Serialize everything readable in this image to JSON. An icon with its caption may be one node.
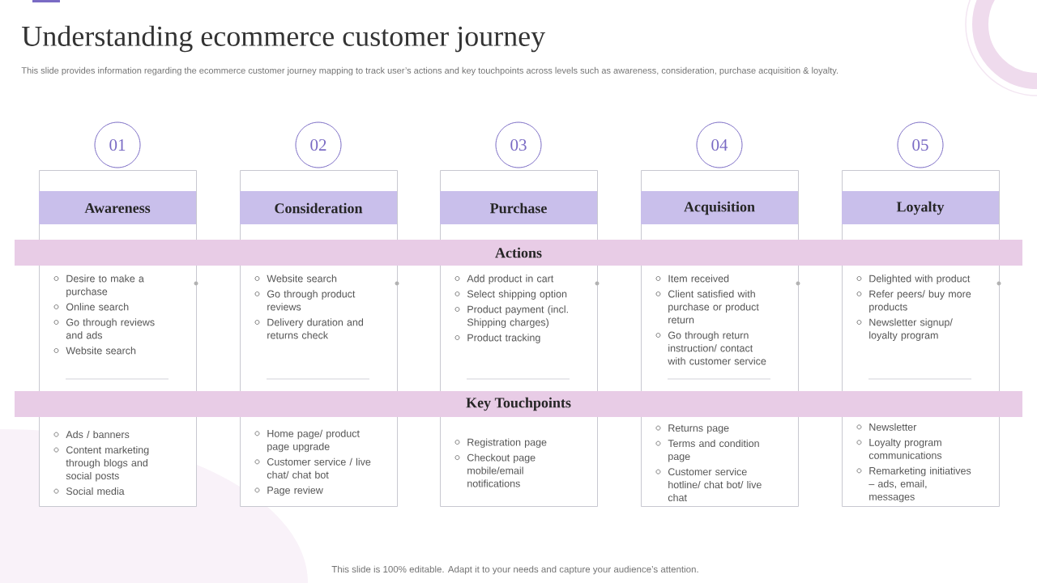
{
  "diagram": {
    "title": "Understanding ecommerce customer journey",
    "nodes": [
      {
        "text": [
          "01"
        ]
      },
      {
        "text": [
          "02"
        ]
      },
      {
        "text": [
          "03"
        ]
      },
      {
        "text": [
          "04"
        ]
      },
      {
        "text": [
          "05"
        ]
      },
      {
        "text": [
          "Actions"
        ]
      },
      {
        "text": [
          "Key Touchpoints"
        ]
      },
      {
        "text": [
          "Awareness"
        ]
      },
      {
        "text": [
          "Desire to make a purchase",
          "Online search",
          "Go through reviews and ads",
          "Website search"
        ],
        "in": 7
      },
      {
        "text": [
          "Ads / banners",
          "Content marketing through blogs and social posts",
          "Social media"
        ],
        "in": 7
      },
      {
        "text": [
          "Consideration"
        ]
      },
      {
        "text": [
          "Website search",
          "Go through product reviews",
          "Delivery duration and returns check"
        ],
        "in": 10
      },
      {
        "text": [
          "Home page/ product page upgrade",
          "Customer service / live chat/ chat bot",
          "Page review"
        ],
        "in": 10
      },
      {
        "text": [
          "Purchase"
        ]
      },
      {
        "text": [
          "Add product in cart",
          "Select shipping option",
          "Product payment (incl. Shipping charges)",
          "Product tracking"
        ],
        "in": 13
      },
      {
        "text": [
          "Registration page",
          "Checkout page mobile/email notifications"
        ],
        "in": 13
      },
      {
        "text": [
          "Acquisition"
        ]
      },
      {
        "text": [
          "Item received",
          "Client satisfied with purchase or product return",
          "Go through return instruction/ contact with customer service"
        ],
        "in": 16
      },
      {
        "text": [
          "Returns page",
          "Terms and condition page",
          "Customer service hotline/ chat bot/ live chat"
        ],
        "in": 16
      },
      {
        "text": [
          "Loyalty"
        ]
      },
      {
        "text": [
          "Delighted with product",
          "Refer peers/ buy more products",
          "Newsletter signup/ loyalty program"
        ],
        "in": 19
      },
      {
        "text": [
          "Newsletter",
          "Loyalty program communications",
          "Remarketing initiatives – ads, email, messages"
        ],
        "in": 19
      }
    ],
    "labels": [
      "This slide provides information regarding the ecommerce customer journey mapping to track user’s actions and key touchpoints across levels such as awareness, consideration, purchase acquisition & loyalty.",
      "This slide is 100% editable. Adapt it to your needs and capture your audience’s attention."
    ]
  }
}
